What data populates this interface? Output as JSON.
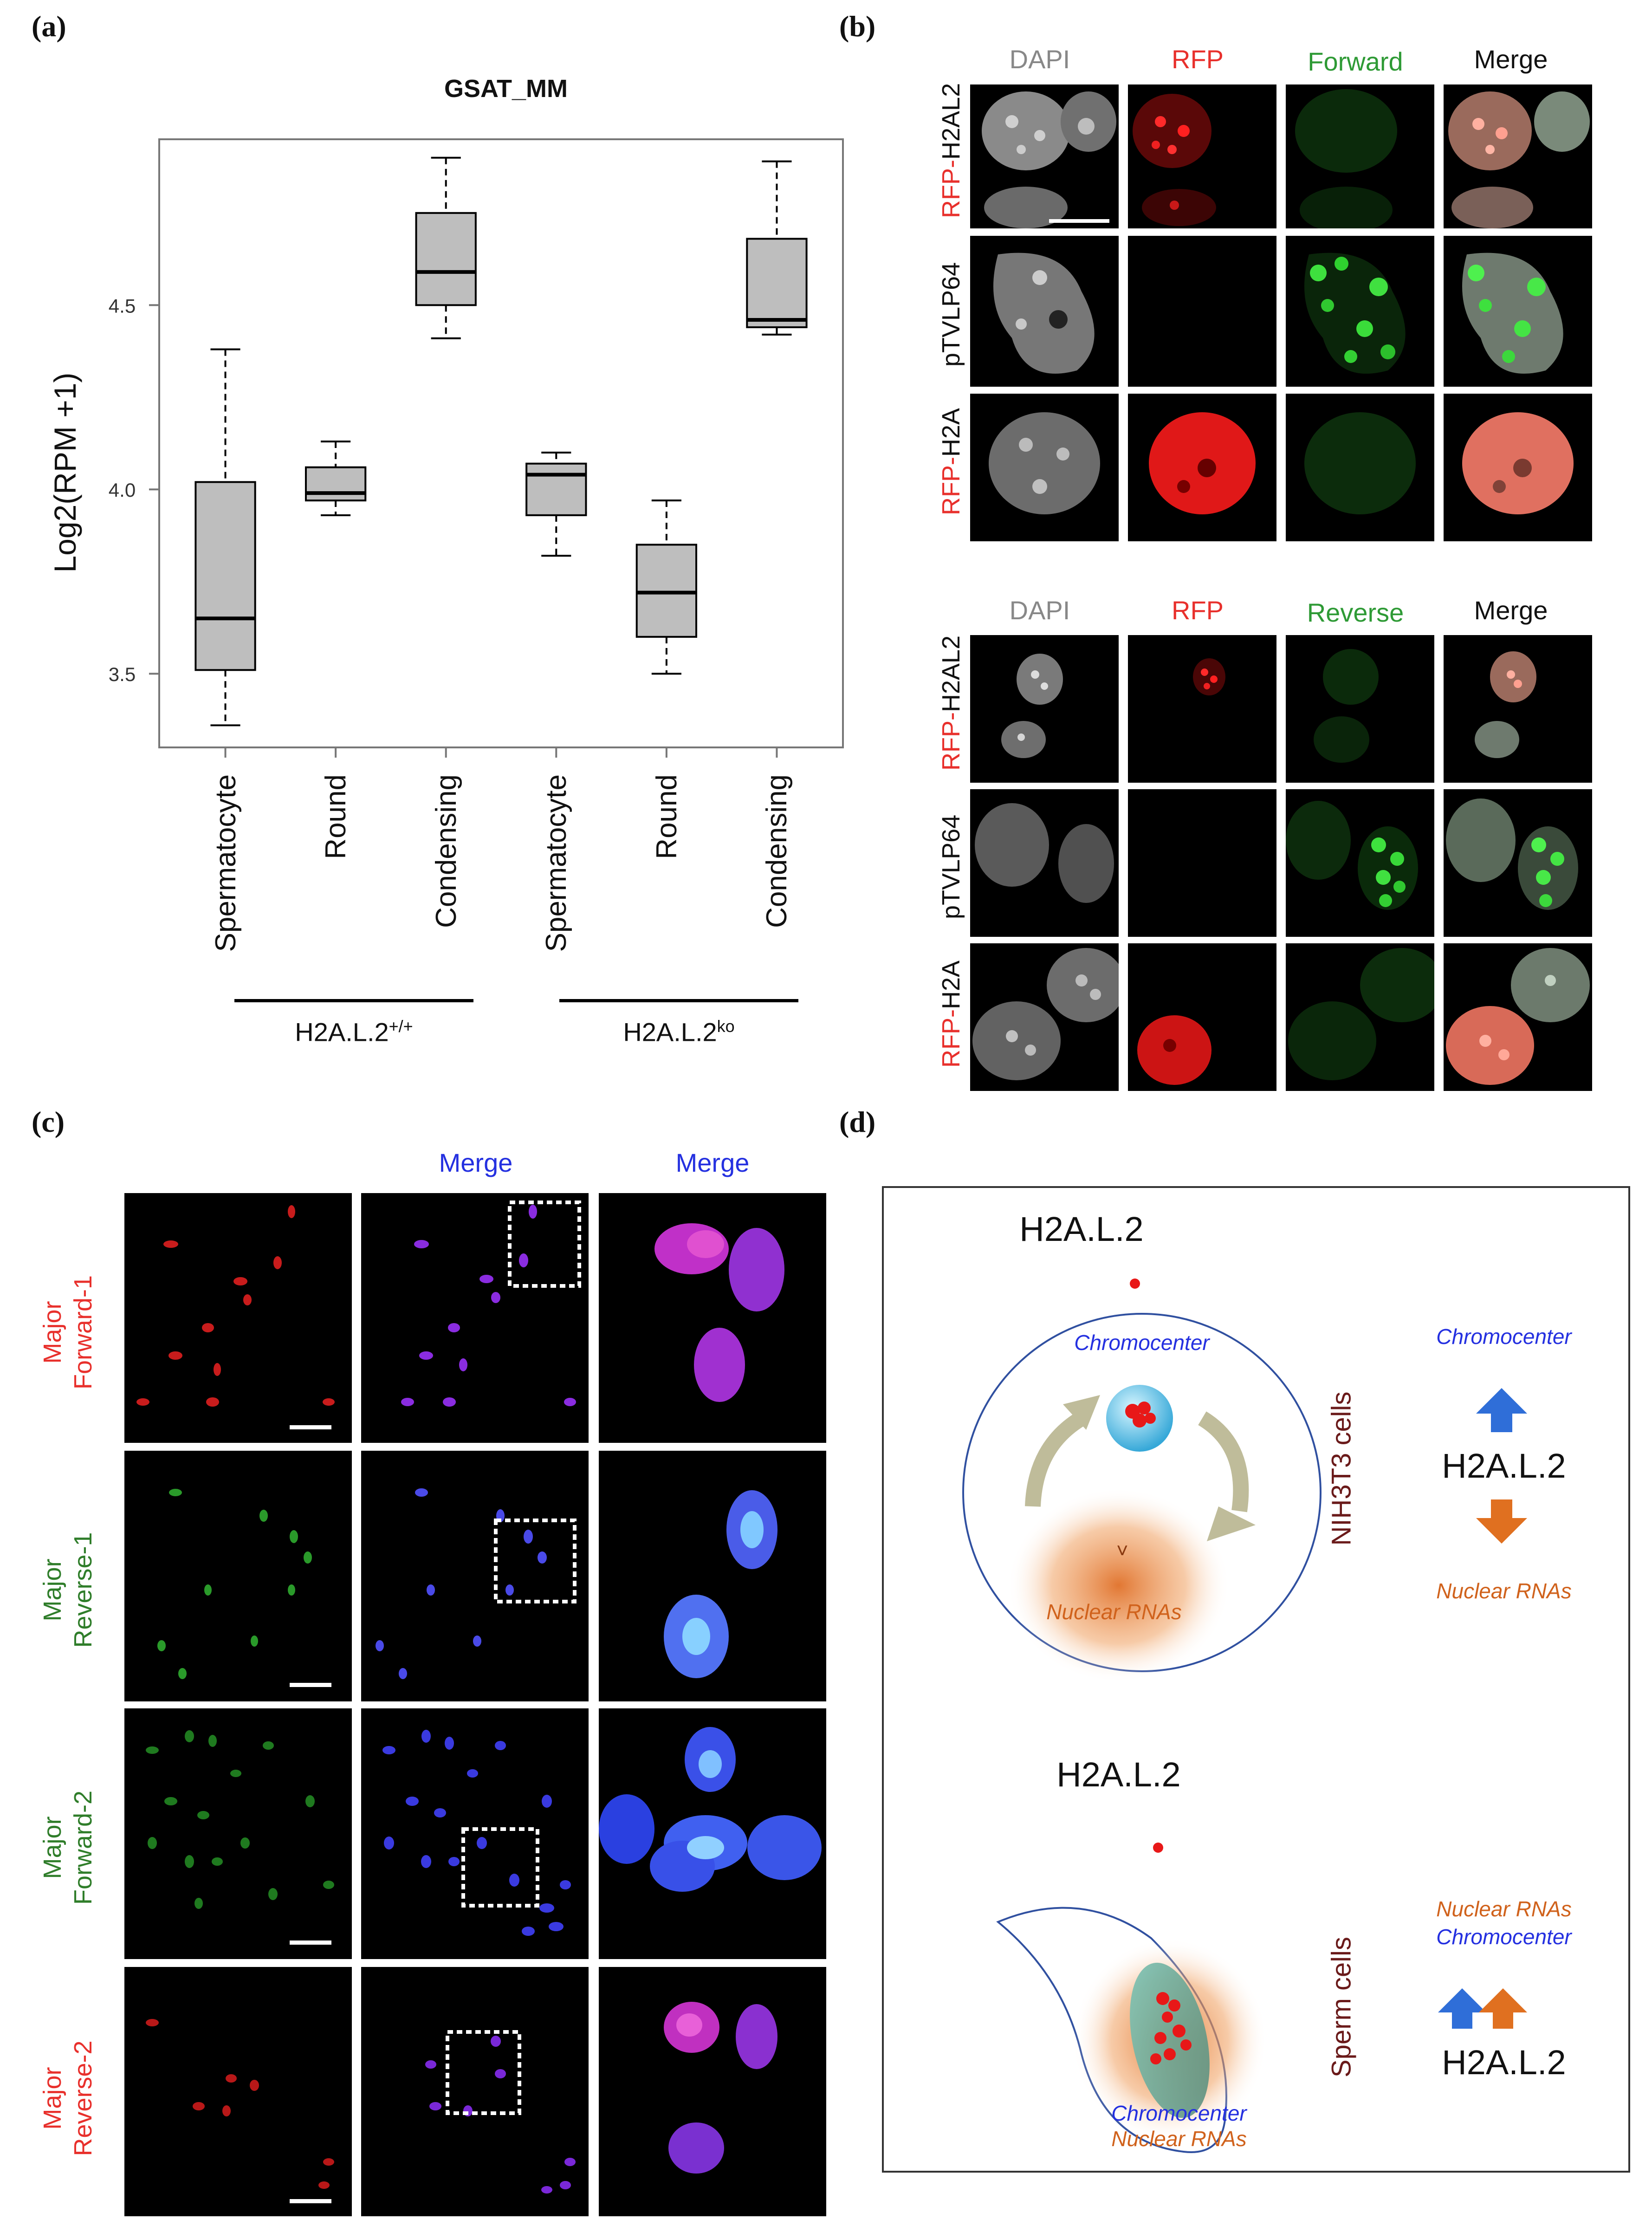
{
  "panel_labels": {
    "a": "(a)",
    "b": "(b)",
    "c": "(c)",
    "d": "(d)"
  },
  "chart_data": {
    "type": "box",
    "title": "GSAT_MM",
    "ylabel": "Log2(RPM +1)",
    "yticks": [
      "3.5",
      "4.0",
      "4.5"
    ],
    "ylim": [
      3.3,
      4.95
    ],
    "categories": [
      "Spermatocyte",
      "Round",
      "Condensing",
      "Spermatocyte",
      "Round",
      "Condensing"
    ],
    "groups": [
      "H2A.L.2",
      "H2A.L.2"
    ],
    "group_superscripts": [
      "+/+",
      "ko"
    ],
    "boxes": [
      {
        "min": 3.36,
        "q1": 3.51,
        "median": 3.65,
        "q3": 4.02,
        "max": 4.38
      },
      {
        "min": 3.93,
        "q1": 3.97,
        "median": 3.99,
        "q3": 4.06,
        "max": 4.13
      },
      {
        "min": 4.41,
        "q1": 4.5,
        "median": 4.59,
        "q3": 4.75,
        "max": 4.9
      },
      {
        "min": 3.82,
        "q1": 3.93,
        "median": 4.04,
        "q3": 4.07,
        "max": 4.1
      },
      {
        "min": 3.5,
        "q1": 3.6,
        "median": 3.72,
        "q3": 3.85,
        "max": 3.97
      },
      {
        "min": 4.42,
        "q1": 4.44,
        "median": 4.46,
        "q3": 4.68,
        "max": 4.89
      }
    ]
  },
  "panel_b": {
    "top_headers": [
      "DAPI",
      "RFP",
      "Forward",
      "Merge"
    ],
    "bottom_headers": [
      "DAPI",
      "RFP",
      "Reverse",
      "Merge"
    ],
    "rows": [
      {
        "prefix": "RFP-",
        "suffix": "H2AL2"
      },
      {
        "prefix": "",
        "suffix": "pTVLP64"
      },
      {
        "prefix": "RFP-",
        "suffix": "H2A"
      }
    ]
  },
  "panel_c": {
    "headers": [
      "Merge",
      "Merge"
    ],
    "rows": [
      {
        "line1": "Major",
        "line2": "Forward-1",
        "color": "red"
      },
      {
        "line1": "Major",
        "line2": "Reverse-1",
        "color": "green"
      },
      {
        "line1": "Major",
        "line2": "Forward-2",
        "color": "green"
      },
      {
        "line1": "Major",
        "line2": "Reverse-2",
        "color": "red"
      }
    ]
  },
  "panel_d": {
    "top": {
      "protein": "H2A.L.2",
      "chromocenter": "Chromocenter",
      "nuclear_rnas": "Nuclear RNAs",
      "cell_type": "NIH3T3 cells",
      "right_chromocenter": "Chromocenter",
      "right_protein": "H2A.L.2",
      "right_nuclear_rnas": "Nuclear RNAs"
    },
    "bottom": {
      "protein": "H2A.L.2",
      "chromocenter": "Chromocenter",
      "nuclear_rnas": "Nuclear RNAs",
      "cell_type": "Sperm cells",
      "right_nuclear_rnas": "Nuclear RNAs",
      "right_chromocenter": "Chromocenter",
      "right_protein": "H2A.L.2"
    }
  },
  "colors": {
    "red": "#e8302c",
    "green": "#2e9a35",
    "blue": "#2430e0",
    "orange": "#e07020"
  }
}
